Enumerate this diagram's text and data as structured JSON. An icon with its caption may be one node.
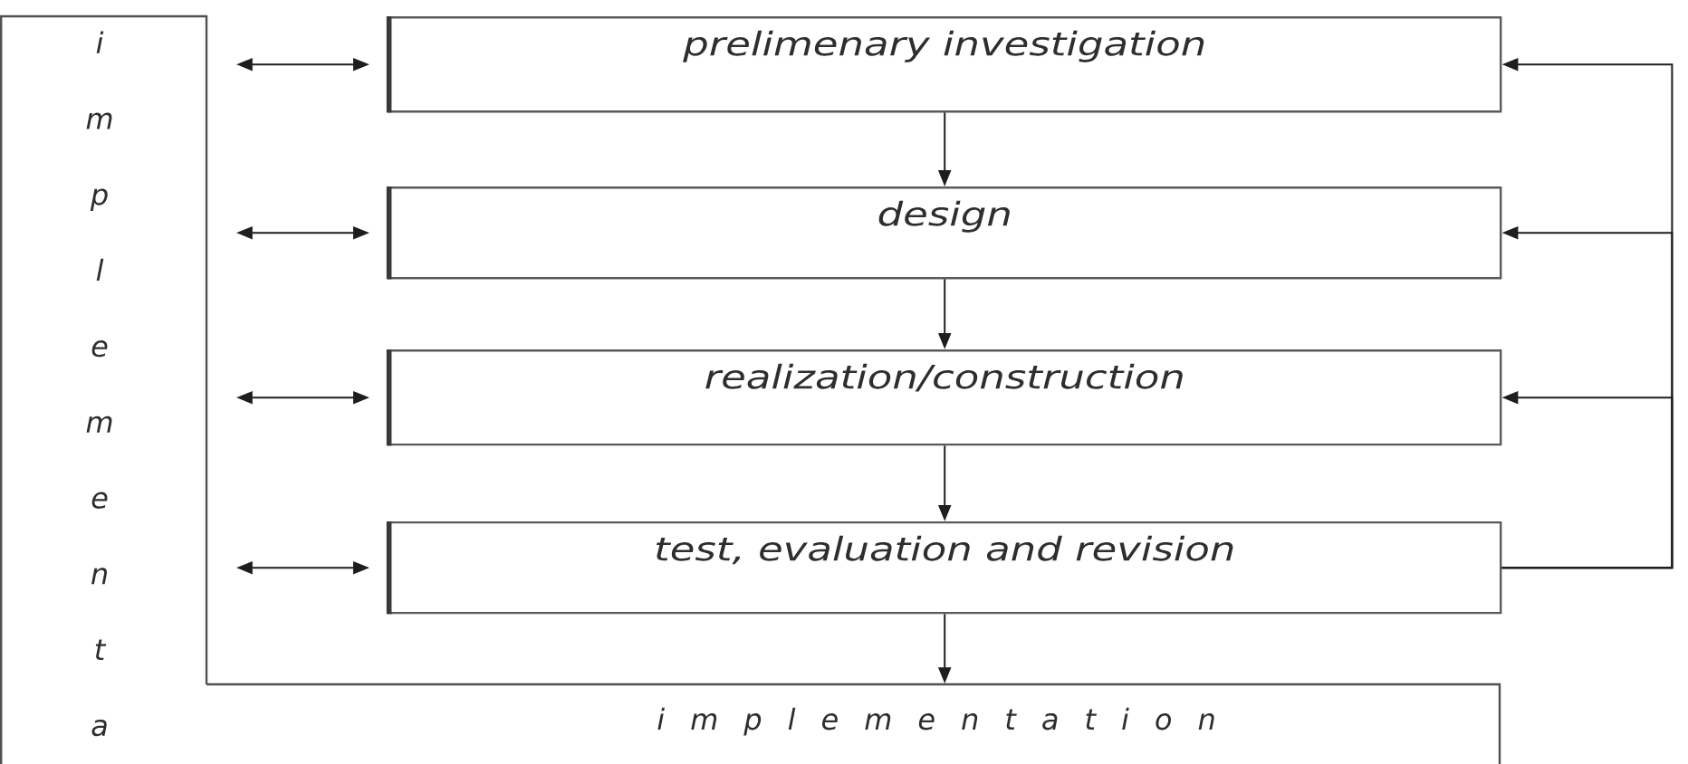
{
  "diagram": {
    "nodes": [
      {
        "text": [
          "implementa"
        ]
      },
      {
        "text": [
          "prelimenary investigation"
        ]
      },
      {
        "text": [
          "design"
        ]
      },
      {
        "text": [
          "realization/construction"
        ]
      },
      {
        "text": [
          "test, evaluation and revision"
        ]
      },
      {
        "text": [
          "i m p l e m e n t a t i o n"
        ]
      }
    ],
    "edges": [
      {
        "from": 1,
        "to": 2,
        "arrow": "to"
      },
      {
        "from": 2,
        "to": 3,
        "arrow": "to"
      },
      {
        "from": 3,
        "to": 4,
        "arrow": "to"
      },
      {
        "from": 4,
        "to": 5,
        "arrow": "to"
      },
      {
        "from": 0,
        "to": 1,
        "arrow": "both"
      },
      {
        "from": 0,
        "to": 2,
        "arrow": "both"
      },
      {
        "from": 0,
        "to": 3,
        "arrow": "both"
      },
      {
        "from": 0,
        "to": 4,
        "arrow": "both"
      },
      {
        "from": 4,
        "to": 1,
        "arrow": "to"
      },
      {
        "from": 4,
        "to": 2,
        "arrow": "to"
      },
      {
        "from": 4,
        "to": 3,
        "arrow": "to"
      }
    ]
  }
}
